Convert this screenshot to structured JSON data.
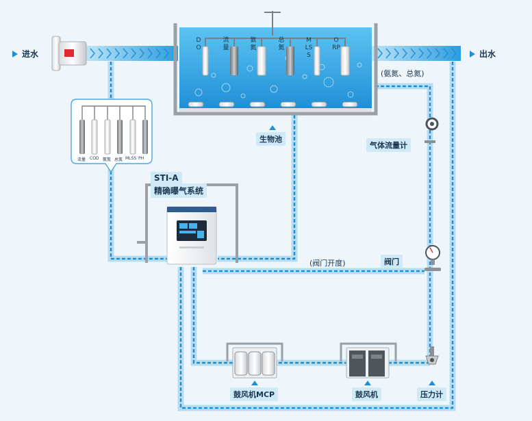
{
  "labels": {
    "inlet": "进水",
    "outlet": "出水",
    "bio_tank": "生物池",
    "gas_flowmeter": "气体流量计",
    "ammonia_total": "(氨氮、总氮)",
    "valve": "阀门",
    "valve_opening": "(阀门开度)",
    "blower_mcp": "鼓风机MCP",
    "blower": "鼓风机",
    "pressure_gauge": "压力计",
    "system_model": "STI-A",
    "system_name": "精确曝气系统"
  },
  "tank_sensors": [
    {
      "label": "DO"
    },
    {
      "label": "流量"
    },
    {
      "label": "氨氮"
    },
    {
      "label": "总氮"
    },
    {
      "label": "MLSS"
    },
    {
      "label": "ORP"
    }
  ],
  "callout_sensors": [
    {
      "label": "流量"
    },
    {
      "label": "COD"
    },
    {
      "label": "氨氮"
    },
    {
      "label": "总氮"
    },
    {
      "label": "MLSS"
    },
    {
      "label": "PH"
    }
  ],
  "colors": {
    "background": "#eef6fc",
    "pipe_fill": "#b8ddf0",
    "pipe_dash": "#1e8fd2",
    "water": "#42b4ec",
    "frame": "#9aa0a6",
    "label_bg": "#cfe9f7"
  }
}
